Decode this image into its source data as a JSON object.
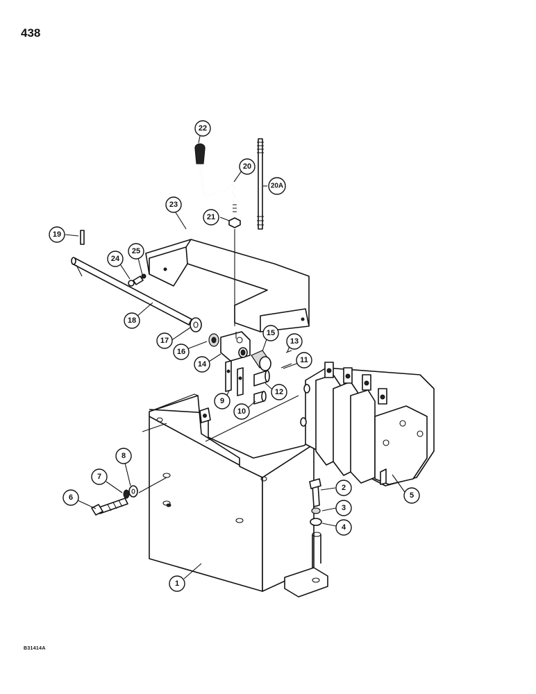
{
  "page": {
    "number": "438",
    "figure_code": "B31414A"
  },
  "callouts": [
    {
      "id": "c1",
      "label": "1"
    },
    {
      "id": "c2",
      "label": "2"
    },
    {
      "id": "c3",
      "label": "3"
    },
    {
      "id": "c4",
      "label": "4"
    },
    {
      "id": "c5",
      "label": "5"
    },
    {
      "id": "c6",
      "label": "6"
    },
    {
      "id": "c7",
      "label": "7"
    },
    {
      "id": "c8",
      "label": "8"
    },
    {
      "id": "c9",
      "label": "9"
    },
    {
      "id": "c10",
      "label": "10"
    },
    {
      "id": "c11",
      "label": "11"
    },
    {
      "id": "c12",
      "label": "12"
    },
    {
      "id": "c13",
      "label": "13"
    },
    {
      "id": "c14",
      "label": "14"
    },
    {
      "id": "c15",
      "label": "15"
    },
    {
      "id": "c16",
      "label": "16"
    },
    {
      "id": "c17",
      "label": "17"
    },
    {
      "id": "c18",
      "label": "18"
    },
    {
      "id": "c19",
      "label": "19"
    },
    {
      "id": "c20",
      "label": "20"
    },
    {
      "id": "c20a",
      "label": "20A"
    },
    {
      "id": "c21",
      "label": "21"
    },
    {
      "id": "c22",
      "label": "22"
    },
    {
      "id": "c23",
      "label": "23"
    },
    {
      "id": "c24",
      "label": "24"
    },
    {
      "id": "c25",
      "label": "25"
    }
  ]
}
